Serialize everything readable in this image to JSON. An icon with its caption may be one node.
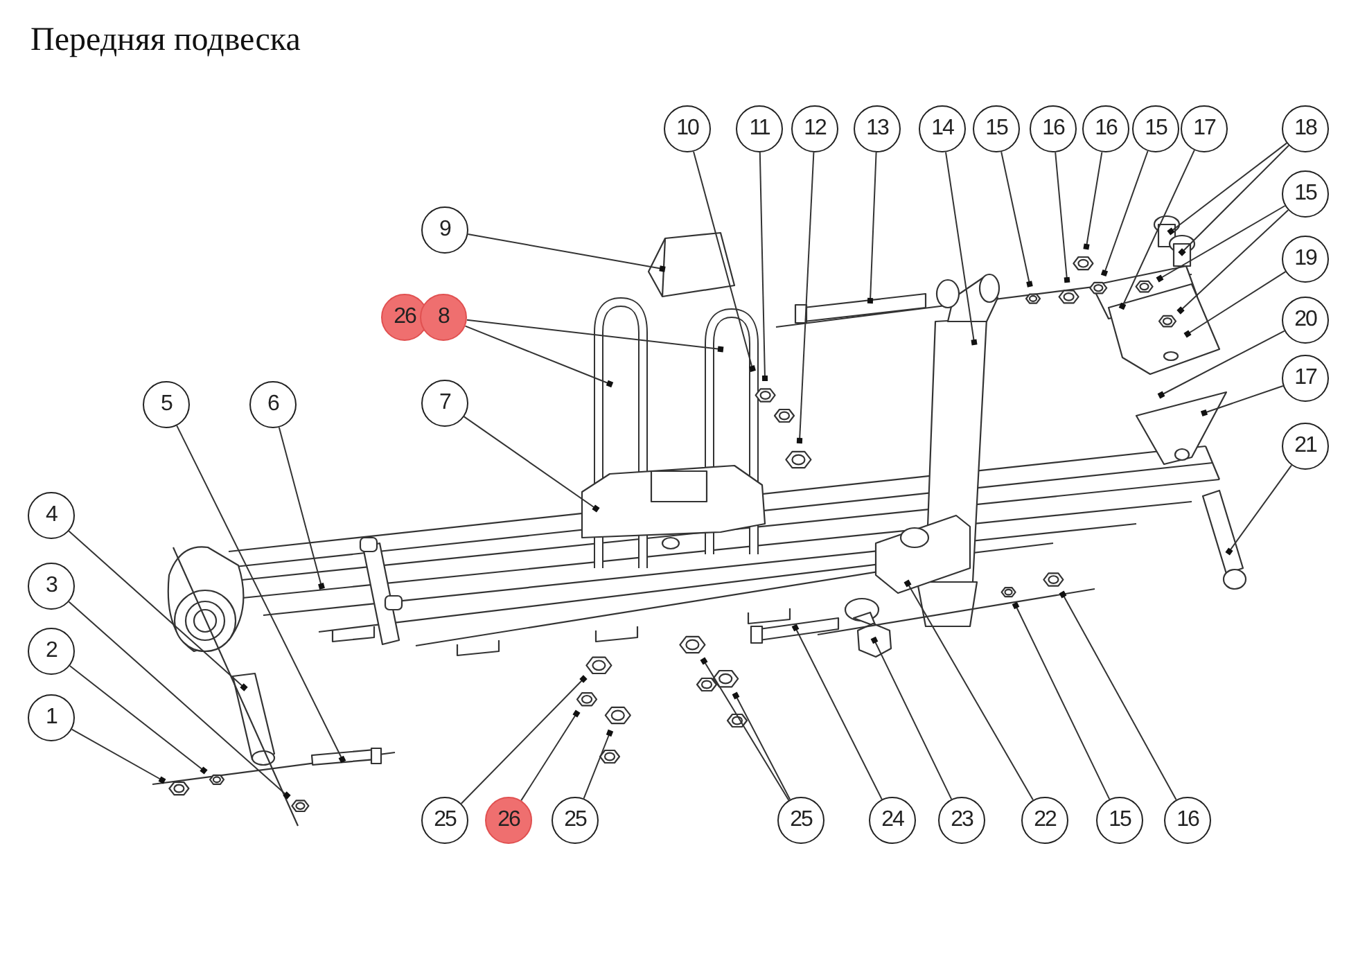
{
  "diagram": {
    "title": "Передняя подвеска",
    "nodes": [
      {
        "text": [
          "10"
        ]
      },
      {
        "text": [
          "11"
        ]
      },
      {
        "text": [
          "12"
        ]
      },
      {
        "text": [
          "13"
        ]
      },
      {
        "text": [
          "14"
        ]
      },
      {
        "text": [
          "15"
        ]
      },
      {
        "text": [
          "16"
        ]
      },
      {
        "text": [
          "16"
        ]
      },
      {
        "text": [
          "15"
        ]
      },
      {
        "text": [
          "17"
        ]
      },
      {
        "text": [
          "18"
        ]
      },
      {
        "text": [
          "15"
        ]
      },
      {
        "text": [
          "9"
        ]
      },
      {
        "text": [
          "19"
        ]
      },
      {
        "text": [
          "26"
        ]
      },
      {
        "text": [
          "8"
        ]
      },
      {
        "text": [
          "20"
        ]
      },
      {
        "text": [
          "17"
        ]
      },
      {
        "text": [
          "5"
        ]
      },
      {
        "text": [
          "6"
        ]
      },
      {
        "text": [
          "7"
        ]
      },
      {
        "text": [
          "21"
        ]
      },
      {
        "text": [
          "4"
        ]
      },
      {
        "text": [
          "3"
        ]
      },
      {
        "text": [
          "2"
        ]
      },
      {
        "text": [
          "1"
        ]
      },
      {
        "text": [
          "25"
        ]
      },
      {
        "text": [
          "26"
        ]
      },
      {
        "text": [
          "25"
        ]
      },
      {
        "text": [
          "25"
        ]
      },
      {
        "text": [
          "24"
        ]
      },
      {
        "text": [
          "23"
        ]
      },
      {
        "text": [
          "22"
        ]
      },
      {
        "text": [
          "15"
        ]
      },
      {
        "text": [
          "16"
        ]
      }
    ],
    "edges": [
      {
        "from": 0,
        "to": null,
        "arrow": "other"
      },
      {
        "from": 1,
        "to": null,
        "arrow": "other"
      },
      {
        "from": 2,
        "to": null,
        "arrow": "other"
      },
      {
        "from": 3,
        "to": null,
        "arrow": "other"
      },
      {
        "from": 4,
        "to": null,
        "arrow": "other"
      },
      {
        "from": 5,
        "to": null,
        "arrow": "other"
      },
      {
        "from": 6,
        "to": null,
        "arrow": "other"
      },
      {
        "from": 7,
        "to": null,
        "arrow": "other"
      },
      {
        "from": 8,
        "to": null,
        "arrow": "other"
      },
      {
        "from": 9,
        "to": null,
        "arrow": "other"
      },
      {
        "from": 10,
        "to": null,
        "arrow": "other"
      },
      {
        "from": 10,
        "to": null,
        "arrow": "other"
      },
      {
        "from": 11,
        "to": null,
        "arrow": "other"
      },
      {
        "from": 11,
        "to": null,
        "arrow": "other"
      },
      {
        "from": 12,
        "to": null,
        "arrow": "other"
      },
      {
        "from": 13,
        "to": null,
        "arrow": "other"
      },
      {
        "from": 15,
        "to": null,
        "arrow": "other"
      },
      {
        "from": 15,
        "to": null,
        "arrow": "other"
      },
      {
        "from": 16,
        "to": null,
        "arrow": "other"
      },
      {
        "from": 17,
        "to": null,
        "arrow": "other"
      },
      {
        "from": 18,
        "to": null,
        "arrow": "other"
      },
      {
        "from": 19,
        "to": null,
        "arrow": "other"
      },
      {
        "from": 20,
        "to": null,
        "arrow": "other"
      },
      {
        "from": 21,
        "to": null,
        "arrow": "other"
      },
      {
        "from": 22,
        "to": null,
        "arrow": "other"
      },
      {
        "from": 23,
        "to": null,
        "arrow": "other"
      },
      {
        "from": 24,
        "to": null,
        "arrow": "other"
      },
      {
        "from": 25,
        "to": null,
        "arrow": "other"
      },
      {
        "from": 26,
        "to": null,
        "arrow": "other"
      },
      {
        "from": 27,
        "to": null,
        "arrow": "other"
      },
      {
        "from": 28,
        "to": null,
        "arrow": "other"
      },
      {
        "from": 29,
        "to": null,
        "arrow": "other"
      },
      {
        "from": 29,
        "to": null,
        "arrow": "other"
      },
      {
        "from": 30,
        "to": null,
        "arrow": "other"
      },
      {
        "from": 31,
        "to": null,
        "arrow": "other"
      },
      {
        "from": 32,
        "to": null,
        "arrow": "other"
      },
      {
        "from": 33,
        "to": null,
        "arrow": "other"
      },
      {
        "from": 34,
        "to": null,
        "arrow": "other"
      }
    ]
  }
}
